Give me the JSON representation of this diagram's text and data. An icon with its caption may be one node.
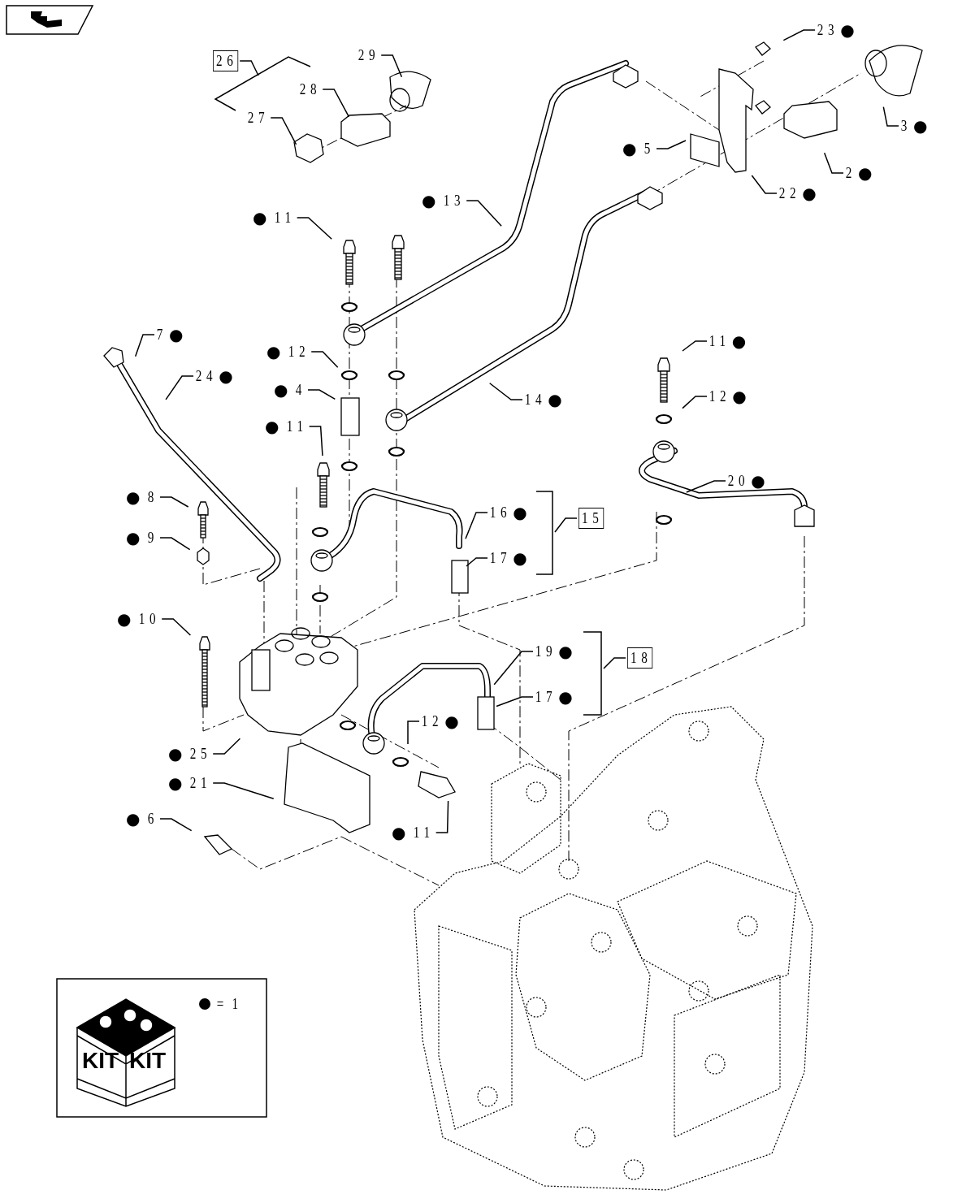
{
  "diagram": {
    "nodes": [
      {
        "text": [
          "26"
        ]
      },
      {
        "text": [
          "29"
        ]
      },
      {
        "text": [
          "28"
        ]
      },
      {
        "text": [
          "27"
        ]
      },
      {
        "text": [
          "23"
        ],
        "beside": [
          "●"
        ]
      },
      {
        "text": [
          "5"
        ],
        "beside": [
          "●"
        ]
      },
      {
        "text": [
          "3"
        ],
        "beside": [
          "●"
        ]
      },
      {
        "text": [
          "2"
        ],
        "beside": [
          "●"
        ]
      },
      {
        "text": [
          "22"
        ],
        "beside": [
          "●"
        ]
      },
      {
        "text": [
          "13"
        ],
        "beside": [
          "●"
        ]
      },
      {
        "text": [
          "11"
        ],
        "beside": [
          "●"
        ]
      },
      {
        "text": [
          "7"
        ],
        "beside": [
          "●"
        ]
      },
      {
        "text": [
          "11"
        ],
        "beside": [
          "●"
        ]
      },
      {
        "text": [
          "12"
        ],
        "beside": [
          "●"
        ]
      },
      {
        "text": [
          "24"
        ],
        "beside": [
          "●"
        ]
      },
      {
        "text": [
          "4"
        ],
        "beside": [
          "●"
        ]
      },
      {
        "text": [
          "14"
        ],
        "beside": [
          "●"
        ]
      },
      {
        "text": [
          "12"
        ],
        "beside": [
          "●"
        ]
      },
      {
        "text": [
          "11"
        ],
        "beside": [
          "●"
        ]
      },
      {
        "text": [
          "20"
        ],
        "beside": [
          "●"
        ]
      },
      {
        "text": [
          "8"
        ],
        "beside": [
          "●"
        ]
      },
      {
        "text": [
          "16"
        ],
        "beside": [
          "●"
        ]
      },
      {
        "text": [
          "15"
        ]
      },
      {
        "text": [
          "9"
        ],
        "beside": [
          "●"
        ]
      },
      {
        "text": [
          "17"
        ],
        "beside": [
          "●"
        ]
      },
      {
        "text": [
          "10"
        ],
        "beside": [
          "●"
        ]
      },
      {
        "text": [
          "19"
        ],
        "beside": [
          "●"
        ]
      },
      {
        "text": [
          "18"
        ]
      },
      {
        "text": [
          "17"
        ],
        "beside": [
          "●"
        ]
      },
      {
        "text": [
          "12"
        ],
        "beside": [
          "●"
        ]
      },
      {
        "text": [
          "25"
        ],
        "beside": [
          "●"
        ]
      },
      {
        "text": [
          "21"
        ],
        "beside": [
          "●"
        ]
      },
      {
        "text": [
          "6"
        ],
        "beside": [
          "●"
        ]
      },
      {
        "text": [
          "11"
        ],
        "beside": [
          "●"
        ]
      },
      {
        "text": [],
        "shape": "bracket"
      },
      {
        "text": [],
        "shape": "bracket"
      },
      {
        "text": [],
        "shape": "bracket"
      }
    ],
    "edges": [
      {
        "from": 0,
        "to": 34,
        "arrow": "none"
      },
      {
        "from": 1,
        "to": null,
        "arrow": "none"
      },
      {
        "from": 2,
        "to": null,
        "arrow": "none"
      },
      {
        "from": 3,
        "to": null,
        "arrow": "none"
      },
      {
        "from": 4,
        "to": null,
        "arrow": "none"
      },
      {
        "from": 5,
        "to": null,
        "arrow": "none"
      },
      {
        "from": 6,
        "to": null,
        "arrow": "none"
      },
      {
        "from": 7,
        "to": null,
        "arrow": "none"
      },
      {
        "from": 8,
        "to": null,
        "arrow": "none"
      },
      {
        "from": 9,
        "to": null,
        "arrow": "none"
      },
      {
        "from": 10,
        "to": null,
        "arrow": "none"
      },
      {
        "from": 11,
        "to": null,
        "arrow": "none"
      },
      {
        "from": 12,
        "to": null,
        "arrow": "none"
      },
      {
        "from": 13,
        "to": null,
        "arrow": "none"
      },
      {
        "from": 14,
        "to": null,
        "arrow": "none"
      },
      {
        "from": 15,
        "to": null,
        "arrow": "none"
      },
      {
        "from": 16,
        "to": null,
        "arrow": "none"
      },
      {
        "from": 17,
        "to": null,
        "arrow": "none"
      },
      {
        "from": 18,
        "to": null,
        "arrow": "none"
      },
      {
        "from": 19,
        "to": null,
        "arrow": "none"
      },
      {
        "from": 20,
        "to": null,
        "arrow": "none"
      },
      {
        "from": 21,
        "to": null,
        "arrow": "none"
      },
      {
        "from": 22,
        "to": 35,
        "arrow": "none"
      },
      {
        "from": 23,
        "to": null,
        "arrow": "none"
      },
      {
        "from": 24,
        "to": null,
        "arrow": "none"
      },
      {
        "from": 25,
        "to": null,
        "arrow": "none"
      },
      {
        "from": 26,
        "to": null,
        "arrow": "none"
      },
      {
        "from": 27,
        "to": 36,
        "arrow": "none"
      },
      {
        "from": 28,
        "to": null,
        "arrow": "none"
      },
      {
        "from": 29,
        "to": null,
        "arrow": "none"
      },
      {
        "from": 30,
        "to": null,
        "arrow": "none"
      },
      {
        "from": 31,
        "to": null,
        "arrow": "none"
      },
      {
        "from": 32,
        "to": null,
        "arrow": "none"
      },
      {
        "from": 33,
        "to": null,
        "arrow": "none"
      }
    ],
    "labels": [
      "KIT",
      "KIT"
    ],
    "legend": [
      {
        "text": "= 1"
      }
    ]
  }
}
